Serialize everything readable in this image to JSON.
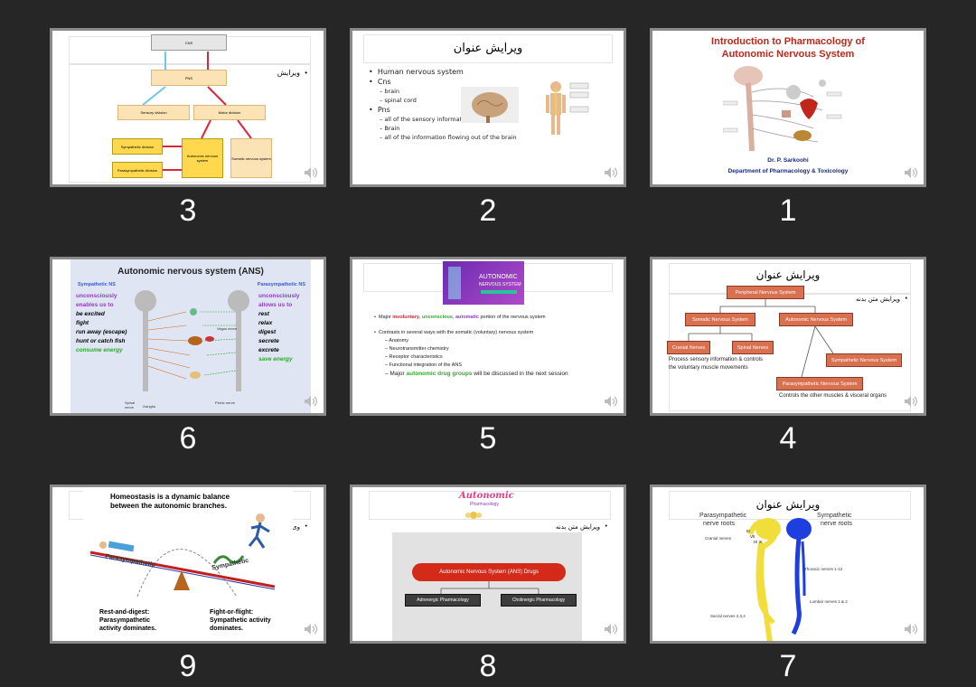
{
  "slides": [
    {
      "number": "3",
      "texts": {
        "cns": "CNS",
        "pns": "PNS",
        "sensory": "Sensory division",
        "motor": "Motor division",
        "symp": "Sympathetic division",
        "parasymp": "Parasympathetic division",
        "auto": "Autonomic nervous system",
        "somatic": "Somatic nervous system",
        "side": "ویرایش"
      }
    },
    {
      "number": "2",
      "texts": {
        "title": "ویرایش عنوان",
        "b1": "Human nervous system",
        "b2": "Cns",
        "b2a": "brain",
        "b2b": "spinal cord",
        "b3": "Pns",
        "b3a": "all of the sensory information going to the",
        "b3b": "Brain",
        "b3c": "all of the information flowing out of the brain"
      }
    },
    {
      "number": "1",
      "texts": {
        "title1": "Introduction to Pharmacology of",
        "title2": "Autonomic Nervous System",
        "author": "Dr. P. Sarkoohi",
        "dept": "Department of Pharmacology & Toxicology"
      }
    },
    {
      "number": "6",
      "texts": {
        "title": "Autonomic nervous system (ANS)",
        "symp": "Sympathetic NS",
        "para": "Parasympathetic NS",
        "l1": "unconsciously",
        "l2": "enables us to",
        "l3": "be excited",
        "l4": "fight",
        "l5": "run away (escape)",
        "l6": "hunt or catch fish",
        "l7": "consume energy",
        "r1": "unconsciously",
        "r2": "allows us to",
        "r3": "rest",
        "r4": "relax",
        "r5": "digest",
        "r6": "secrete",
        "r7": "excrete",
        "r8": "save energy",
        "vagus": "Vagus nerve",
        "pelvic": "Pelvic nerve",
        "spinal": "Spinal nerve",
        "ganglia": "Ganglia"
      }
    },
    {
      "number": "5",
      "texts": {
        "img1": "AUTONOMIC",
        "img2": "NERVOUS SYSTEM",
        "b1a": "Major ",
        "b1b": "involuntary",
        "b1c": ", ",
        "b1d": "unconscious",
        "b1e": ", ",
        "b1f": "automatic",
        "b1g": " portion of the nervous system",
        "b2": "Contrasts in several ways with the somatic (voluntary) nervous system",
        "s1": "Anatomy",
        "s2": "Neurotransmitter chemistry",
        "s3": "Receptor characteristics",
        "s4": "Functional integration of the ANS",
        "s5a": "Major ",
        "s5b": "autonomic drug groups",
        "s5c": " will be discussed in the next session"
      }
    },
    {
      "number": "4",
      "texts": {
        "title": "ویرایش عنوان",
        "side": "ویرایش متن بدنه",
        "pns": "Peripheral Nervous System",
        "somatic": "Somatic Nervous System",
        "auto": "Autonomic Nervous System",
        "cranial": "Cranial Nerves",
        "spinal": "Spinal Nerves",
        "symp": "Sympathetic Nervous System",
        "para": "Parasympathetic Nervous System",
        "note1": "Process sensory information & controls",
        "note2": "the voluntary muscle movements",
        "note3": "Controls the other muscles & visceral organs"
      }
    },
    {
      "number": "9",
      "texts": {
        "title1": "Homeostasis is a dynamic balance",
        "title2": "between the autonomic branches.",
        "para": "Parasympathetic",
        "symp": "Sympathetic",
        "rest1": "Rest-and-digest:",
        "rest2": "Parasympathetic",
        "rest3": "activity dominates.",
        "fight1": "Fight-or-flight:",
        "fight2": "Sympathetic activity",
        "fight3": "dominates.",
        "side": "وی"
      }
    },
    {
      "number": "8",
      "texts": {
        "logo1": "Autonomic",
        "logo2": "Pharmacology",
        "side": "ویرایش متن بدنه",
        "main": "Autonomic Nervous System (ANS) Drugs",
        "adr": "Adrenergic Pharmacology",
        "chol": "Cholinergic Pharmacology"
      }
    },
    {
      "number": "7",
      "texts": {
        "title": "ویرایش عنوان",
        "para1": "Parasympathetic",
        "para2": "nerve roots",
        "symp1": "Sympathetic",
        "symp2": "nerve roots",
        "cranial": "Cranial nerves",
        "iii": "III",
        "vii": "VII",
        "ix": "IX",
        "x": "X",
        "thoracic": "Thoracic nerves 1-12",
        "lumbar": "Lumbar nerves 1 & 2",
        "sacral": "Sacral nerves 2,3,4"
      }
    }
  ],
  "colors": {
    "background": "#262626",
    "border": "#8a8a8a",
    "title_red": "#c0261a",
    "orange_box": "#d9704f",
    "yellow": "#ffd24d",
    "blue": "#1e3ee0"
  },
  "icons": {
    "speaker": "speaker-icon"
  }
}
